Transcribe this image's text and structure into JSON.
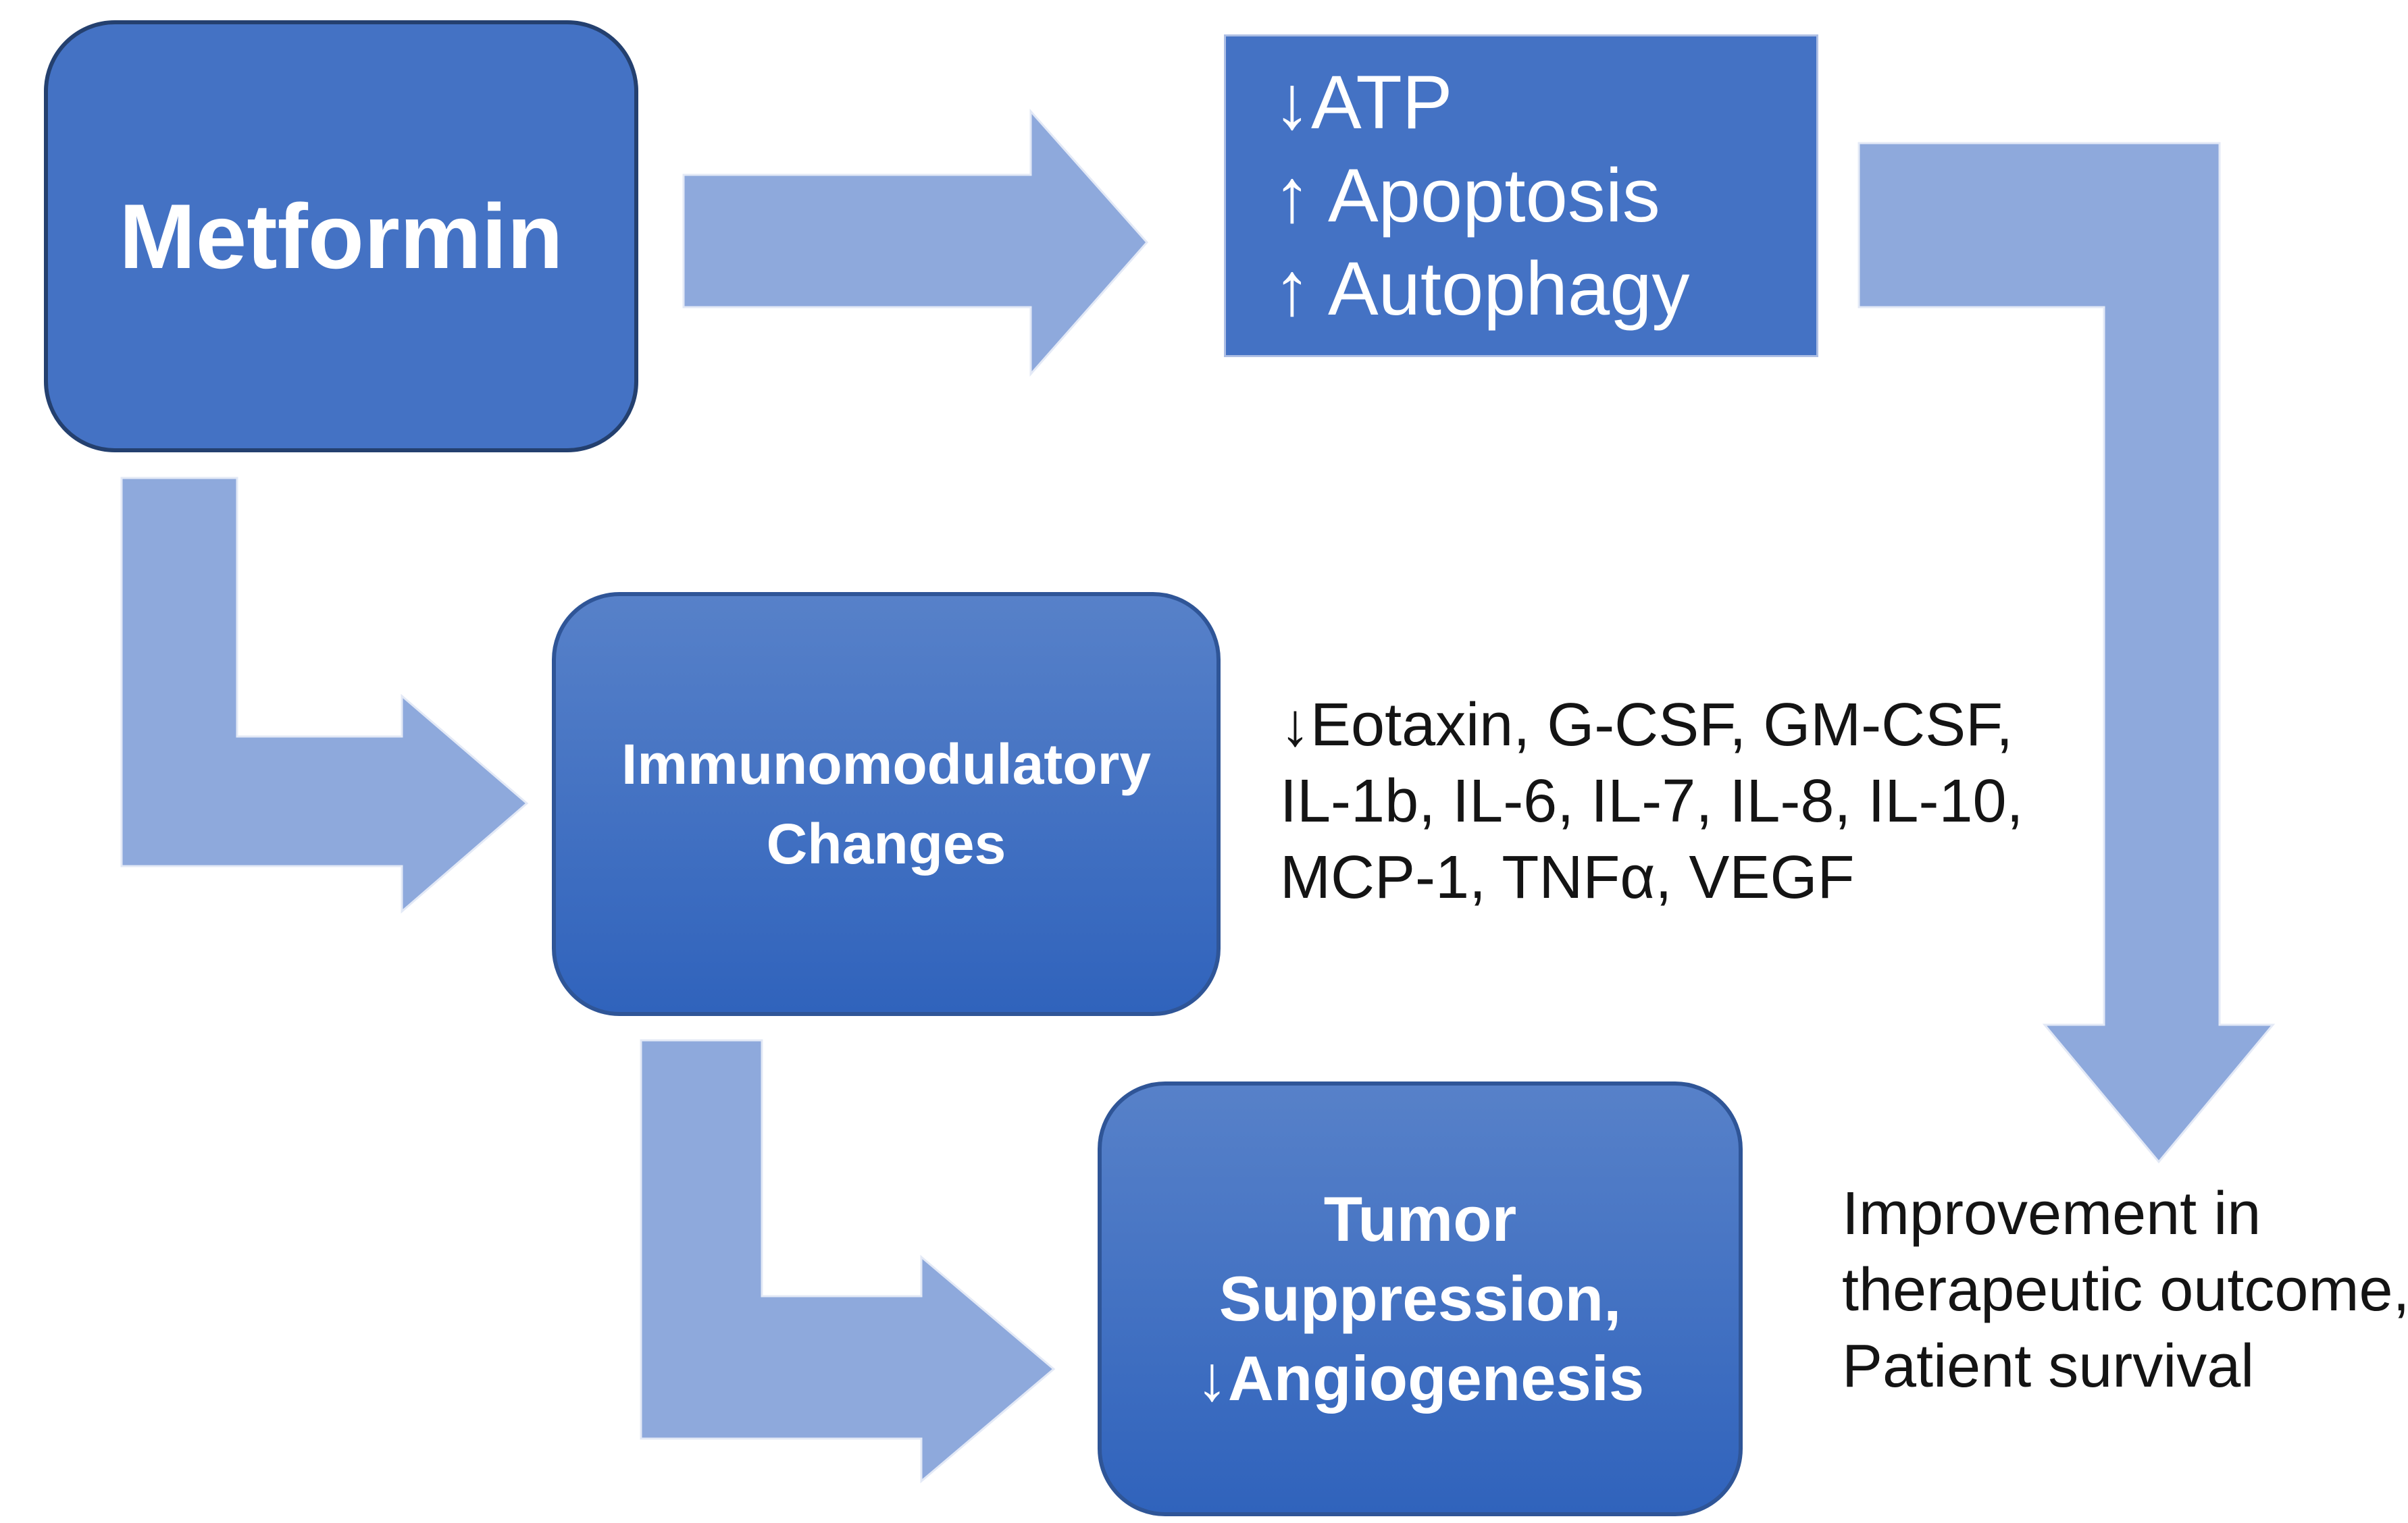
{
  "colors": {
    "canvas-bg": "#FFFFFF",
    "box-flat-fill": "#4472C4",
    "box-border": "#2F5597",
    "box-border-dark": "#24406F",
    "box-halo": "#AEBFE4",
    "box-gradient-top": "#5781C9",
    "box-gradient-bottom": "#3063BC",
    "arrow-fill": "#8EA9DC",
    "arrow-outline": "#E3E9F6",
    "text-light": "#FFFFFF",
    "text-dark": "#141414"
  },
  "nodes": {
    "metformin": {
      "label": "Metformin"
    },
    "atp_effects": {
      "lines": [
        "↓ATP",
        "↑ Apoptosis",
        "↑ Autophagy"
      ]
    },
    "immunomodulatory": {
      "lines": [
        "Immunomodulatory",
        "Changes"
      ]
    },
    "tumor_suppression": {
      "lines": [
        "Tumor",
        "Suppression,",
        "↓Angiogenesis"
      ]
    },
    "cytokines": {
      "lines": [
        "↓Eotaxin, G-CSF, GM-CSF,",
        "IL-1b, IL-6, IL-7, IL-8, IL-10,",
        "MCP-1, TNFα, VEGF"
      ]
    },
    "outcome": {
      "lines": [
        "Improvement in",
        "therapeutic outcome,",
        "Patient survival"
      ]
    }
  },
  "arrows": {
    "metformin_to_atp": "right",
    "metformin_to_immunomodulatory": "down-then-right",
    "immunomodulatory_to_tumor": "down-then-right",
    "atp_to_outcome": "right-then-down"
  }
}
